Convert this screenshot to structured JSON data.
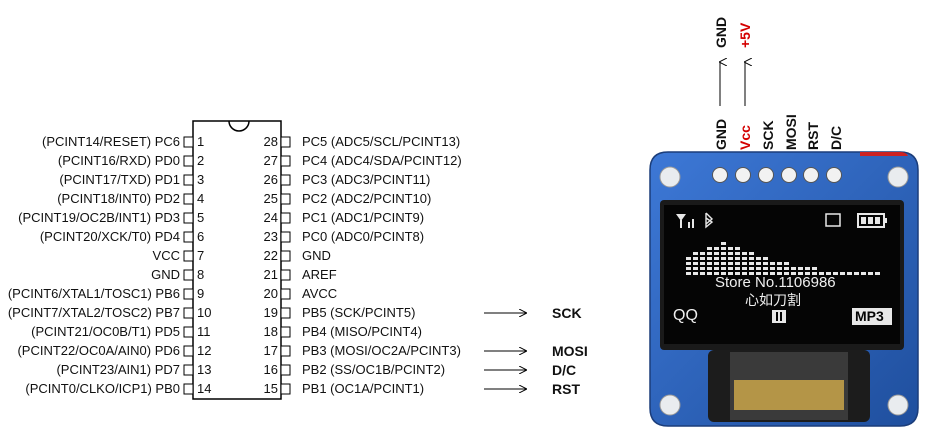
{
  "chip": {
    "left_pins": [
      {
        "label": "(PCINT14/RESET) PC6",
        "num": "1"
      },
      {
        "label": "(PCINT16/RXD) PD0",
        "num": "2"
      },
      {
        "label": "(PCINT17/TXD) PD1",
        "num": "3"
      },
      {
        "label": "(PCINT18/INT0) PD2",
        "num": "4"
      },
      {
        "label": "(PCINT19/OC2B/INT1) PD3",
        "num": "5"
      },
      {
        "label": "(PCINT20/XCK/T0) PD4",
        "num": "6"
      },
      {
        "label": "VCC",
        "num": "7"
      },
      {
        "label": "GND",
        "num": "8"
      },
      {
        "label": "(PCINT6/XTAL1/TOSC1) PB6",
        "num": "9"
      },
      {
        "label": "(PCINT7/XTAL2/TOSC2) PB7",
        "num": "10"
      },
      {
        "label": "(PCINT21/OC0B/T1) PD5",
        "num": "11"
      },
      {
        "label": "(PCINT22/OC0A/AIN0) PD6",
        "num": "12"
      },
      {
        "label": "(PCINT23/AIN1) PD7",
        "num": "13"
      },
      {
        "label": "(PCINT0/CLKO/ICP1) PB0",
        "num": "14"
      }
    ],
    "right_pins": [
      {
        "num": "28",
        "label": "PC5 (ADC5/SCL/PCINT13)"
      },
      {
        "num": "27",
        "label": "PC4 (ADC4/SDA/PCINT12)"
      },
      {
        "num": "26",
        "label": "PC3 (ADC3/PCINT11)"
      },
      {
        "num": "25",
        "label": "PC2 (ADC2/PCINT10)"
      },
      {
        "num": "24",
        "label": "PC1 (ADC1/PCINT9)"
      },
      {
        "num": "23",
        "label": "PC0 (ADC0/PCINT8)"
      },
      {
        "num": "22",
        "label": "GND"
      },
      {
        "num": "21",
        "label": "AREF"
      },
      {
        "num": "20",
        "label": "AVCC"
      },
      {
        "num": "19",
        "label": "PB5 (SCK/PCINT5)"
      },
      {
        "num": "18",
        "label": "PB4 (MISO/PCINT4)"
      },
      {
        "num": "17",
        "label": "PB3 (MOSI/OC2A/PCINT3)"
      },
      {
        "num": "16",
        "label": "PB2 (SS/OC1B/PCINT2)"
      },
      {
        "num": "15",
        "label": "PB1 (OC1A/PCINT1)"
      }
    ]
  },
  "connections": {
    "sck": "SCK",
    "mosi": "MOSI",
    "dc": "D/C",
    "rst": "RST"
  },
  "oled_module": {
    "header_pins": [
      "GND",
      "Vcc",
      "SCK",
      "MOSI",
      "RST",
      "D/C"
    ],
    "power_labels": {
      "gnd": "GND",
      "vcc": "+5V"
    },
    "screen": {
      "watermark": "Store No.1106986",
      "cn_text": "心如刀割",
      "left_text": "QQ",
      "right_text": "MP3"
    }
  },
  "colors": {
    "red": "#d40000",
    "board_blue": "#2a5fb8",
    "screen_black": "#050505"
  }
}
